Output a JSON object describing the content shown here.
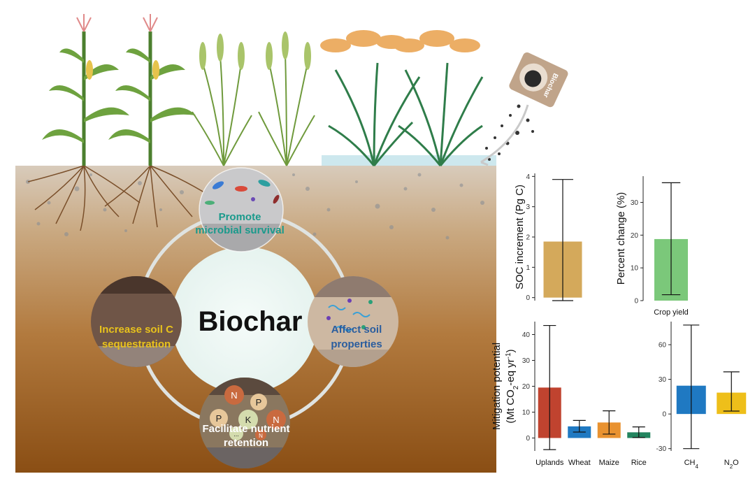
{
  "diagram": {
    "center_title": "Biochar",
    "bag_label": "Biochar",
    "functions": {
      "top": [
        "Promote",
        "microbial survival"
      ],
      "right": [
        "Affect soil",
        "properties"
      ],
      "bottom": [
        "Facilitate nutrient",
        "retention"
      ],
      "left": [
        "Increase soil C",
        "sequestration"
      ]
    },
    "nutrients": [
      "N",
      "P",
      "P",
      "K",
      "N",
      "N",
      "..."
    ],
    "colors": {
      "top_label": "#1a9a8c",
      "right_label": "#2a5d9e",
      "bottom_label": "#ffffff",
      "left_label": "#e8c21c"
    }
  },
  "chart_data": [
    {
      "type": "bar",
      "ylabel": "SOC increment (Pg C)",
      "categories": [
        ""
      ],
      "series": [
        {
          "values": [
            1.85
          ],
          "err_low": [
            -0.1
          ],
          "err_high": [
            3.9
          ]
        }
      ],
      "colors": [
        "#d4a95b"
      ],
      "ylim": [
        -0.1,
        4.1
      ],
      "yticks": [
        0,
        1,
        2,
        3,
        4
      ]
    },
    {
      "type": "bar",
      "ylabel": "Percent change (%)",
      "categories": [
        "Crop yield"
      ],
      "series": [
        {
          "values": [
            18.8
          ],
          "err_low": [
            1.8
          ],
          "err_high": [
            36
          ]
        }
      ],
      "colors": [
        "#7bc87a"
      ],
      "ylim": [
        0,
        38
      ],
      "yticks": [
        0,
        10,
        20,
        30
      ]
    },
    {
      "type": "bar",
      "ylabel_lines": [
        "Mitigation potential",
        "(Mt CO2-eq yr-1)"
      ],
      "categories": [
        "Uplands",
        "Wheat",
        "Maize",
        "Rice"
      ],
      "series": [
        {
          "values": [
            19.5,
            4.5,
            6.0,
            2.2
          ],
          "err_low": [
            -4.5,
            2.3,
            1.5,
            0.2
          ],
          "err_high": [
            43.5,
            6.8,
            10.5,
            4.3
          ]
        }
      ],
      "colors": [
        "#c0432f",
        "#1f79c2",
        "#e99230",
        "#23855f"
      ],
      "ylim": [
        -5,
        45
      ],
      "yticks": [
        0,
        10,
        20,
        30,
        40
      ]
    },
    {
      "type": "bar",
      "categories": [
        "CH4",
        "N2O"
      ],
      "series": [
        {
          "values": [
            24.5,
            18.5
          ],
          "err_low": [
            -30,
            2.5
          ],
          "err_high": [
            77,
            36.5
          ]
        }
      ],
      "colors": [
        "#1f79c2",
        "#eebf1a"
      ],
      "ylim": [
        -32,
        80
      ],
      "yticks": [
        -30,
        0,
        30,
        60
      ]
    }
  ]
}
